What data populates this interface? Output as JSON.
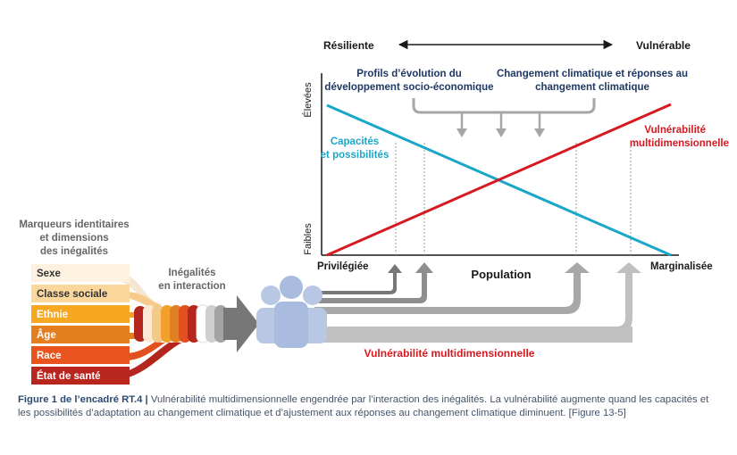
{
  "axis": {
    "top_left": "Résiliente",
    "top_right": "Vulnérable",
    "y_high": "Élevées",
    "y_low": "Faibles",
    "x_left": "Privilégiée",
    "x_center": "Population",
    "x_right": "Marginalisée"
  },
  "factors": {
    "left": [
      "Profils d’évolution du",
      "développement socio-économique"
    ],
    "right": [
      "Changement climatique et réponses au",
      "changement climatique"
    ]
  },
  "lines": {
    "capacities": [
      "Capacités",
      "et possibilités"
    ],
    "vulnerability": [
      "Vulnérabilité",
      "multidimensionnelle"
    ]
  },
  "markers": {
    "title": [
      "Marqueurs identitaires",
      "et dimensions",
      "des inégalités"
    ],
    "items": [
      "Sexe",
      "Classe sociale",
      "Ethnie",
      "Âge",
      "Race",
      "État de santé"
    ]
  },
  "interaction": [
    "Inégalités",
    "en interaction"
  ],
  "bottom_label": "Vulnérabilité multidimensionnelle",
  "caption": {
    "label": "Figure 1 de l’encadré RT.4 |",
    "text": " Vulnérabilité multidimensionnelle engendrée par l’interaction des inégalités. La vulnérabilité augmente quand les capacités et les possibilités d’adaptation au changement climatique et d’ajustement aux réponses au changement climatique diminuent. [Figure 13-5]"
  },
  "colors": {
    "navy": "#1f3864",
    "cyan": "#1aa6c9",
    "red": "#d71921",
    "grey_arrow": "#a6a6a6",
    "people": "#b8c7e4",
    "marker_fills": [
      "#fdf1e0",
      "#fbd79c",
      "#f7a823",
      "#e57e1f",
      "#e9531d",
      "#b8261e"
    ]
  }
}
